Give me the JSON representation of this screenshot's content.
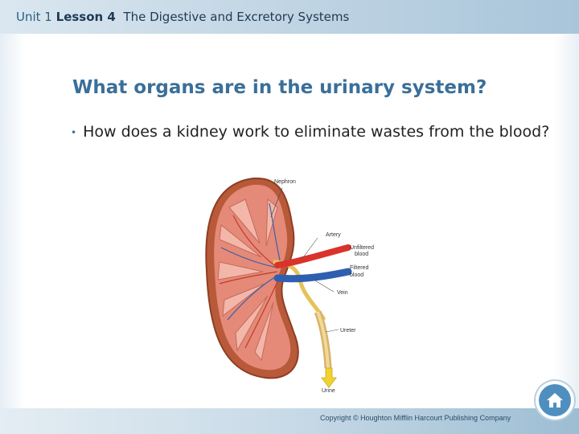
{
  "header": {
    "unit": "Unit 1",
    "lesson": "Lesson 4",
    "topic": "The Digestive and Excretory Systems"
  },
  "slide": {
    "title": "What organs are in the urinary system?",
    "bullet": "How does a kidney work to eliminate wastes from the blood?"
  },
  "diagram": {
    "labels": {
      "nephron": "Nephron",
      "artery": "Artery",
      "unfiltered": "Unfiltered",
      "unfiltered2": "blood",
      "filtered": "Filtered",
      "filtered2": "blood",
      "vein": "Vein",
      "ureter": "Ureter",
      "urine": "Urine"
    }
  },
  "footer": {
    "copyright": "Copyright © Houghton Mifflin Harcourt Publishing Company"
  },
  "icons": {
    "home": "home-icon"
  },
  "colors": {
    "title": "#3a6f99",
    "artery": "#d9332b",
    "vein": "#2f5fb0",
    "home_button": "#4f8fc0"
  }
}
